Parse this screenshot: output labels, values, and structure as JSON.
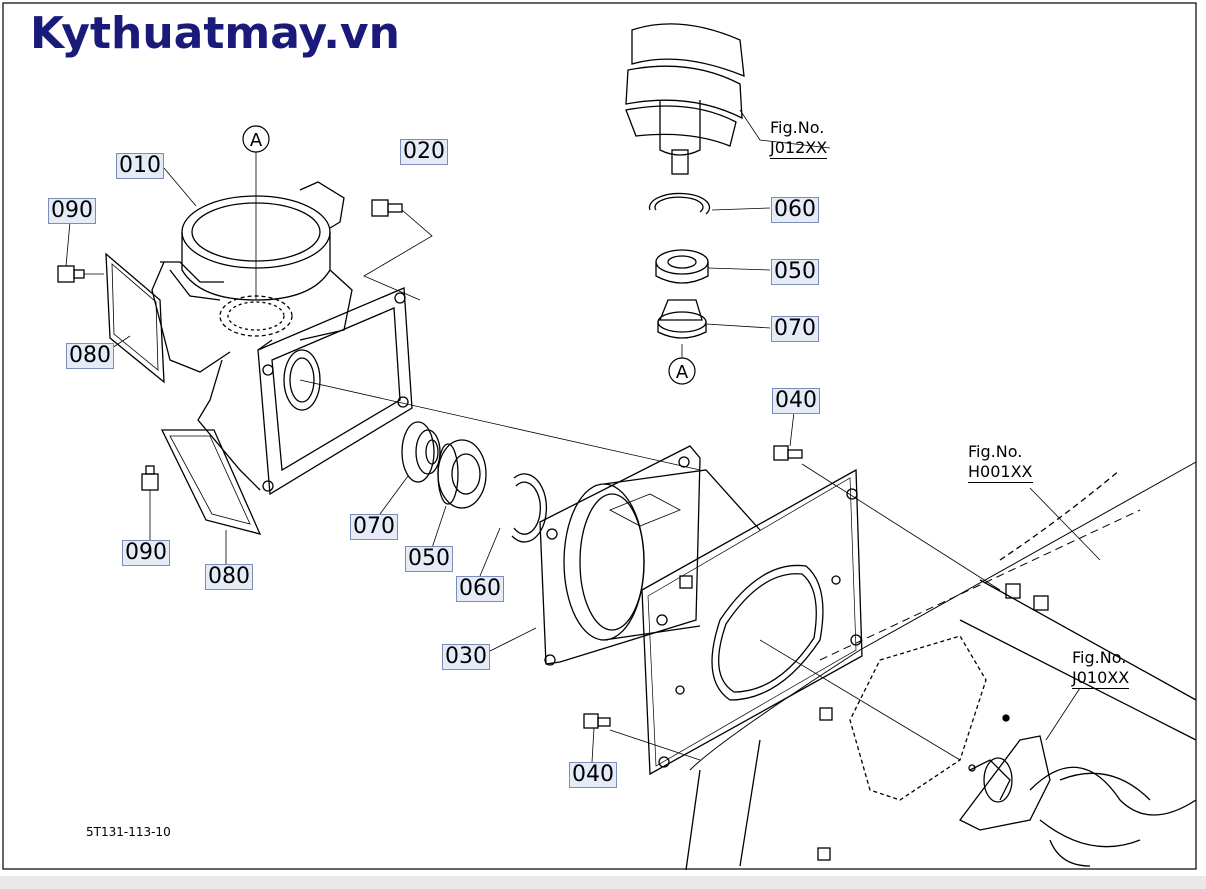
{
  "brand": "Kythuatmay.vn",
  "drawing_number": "5T131-113-10",
  "section_marker": "A",
  "callouts": {
    "c010": "010",
    "c020": "020",
    "c090_top": "090",
    "c080_top": "080",
    "c090_bottom": "090",
    "c080_bottom": "080",
    "c070_left": "070",
    "c050_left": "050",
    "c060_left": "060",
    "c030": "030",
    "c040_top": "040",
    "c040_bottom": "040",
    "c060_right": "060",
    "c050_right": "050",
    "c070_right": "070"
  },
  "fig_refs": {
    "auger_top": {
      "label": "Fig.No.",
      "number": "J012XX"
    },
    "frame": {
      "label": "Fig.No.",
      "number": "H001XX"
    },
    "auger_bottom": {
      "label": "Fig.No.",
      "number": "J010XX"
    }
  },
  "colors": {
    "brand": "#1a1a7a",
    "callout_bg": "#e6ecf7",
    "callout_border": "#7c8db8",
    "line": "#000000"
  }
}
